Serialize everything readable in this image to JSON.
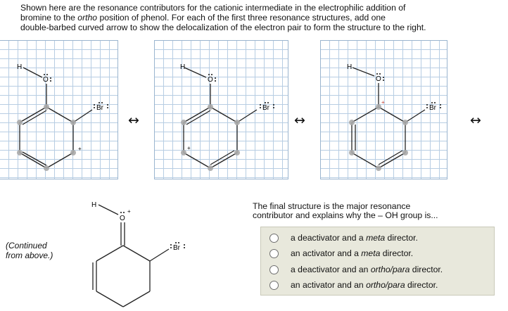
{
  "question": {
    "line1": "Shown here are the resonance contributors for the cationic intermediate in the electrophilic addition of",
    "line2_pre": "bromine to the ",
    "line2_em": "ortho",
    "line2_post": " position of phenol. For each of the first three resonance structures, add one",
    "line3": "double-barbed curved arrow to show the delocalization of the electron pair to form the structure to the right."
  },
  "structures": [
    {
      "h": "H",
      "o": "O",
      "br": "Br",
      "charge": "+"
    },
    {
      "h": "H",
      "o": "O",
      "br": "Br",
      "charge": "+"
    },
    {
      "h": "H",
      "o": "O",
      "br": "Br",
      "charge": "+"
    },
    {
      "h": "H",
      "o": "O",
      "br": "Br",
      "charge": "+"
    }
  ],
  "resonance_arrow": "↔",
  "continued_note": {
    "line1": "(Continued",
    "line2": "from above.)"
  },
  "final_text": {
    "line1": "The final structure is the major resonance",
    "line2": "contributor and explains why the – OH group is..."
  },
  "options": [
    {
      "pre": "a deactivator and a ",
      "em": "meta",
      "post": " director."
    },
    {
      "pre": "an activator and a ",
      "em": "meta",
      "post": " director."
    },
    {
      "pre": "a deactivator and an ",
      "em": "ortho/para",
      "post": " director."
    },
    {
      "pre": "an activator and an ",
      "em": "ortho/para",
      "post": " director."
    }
  ]
}
